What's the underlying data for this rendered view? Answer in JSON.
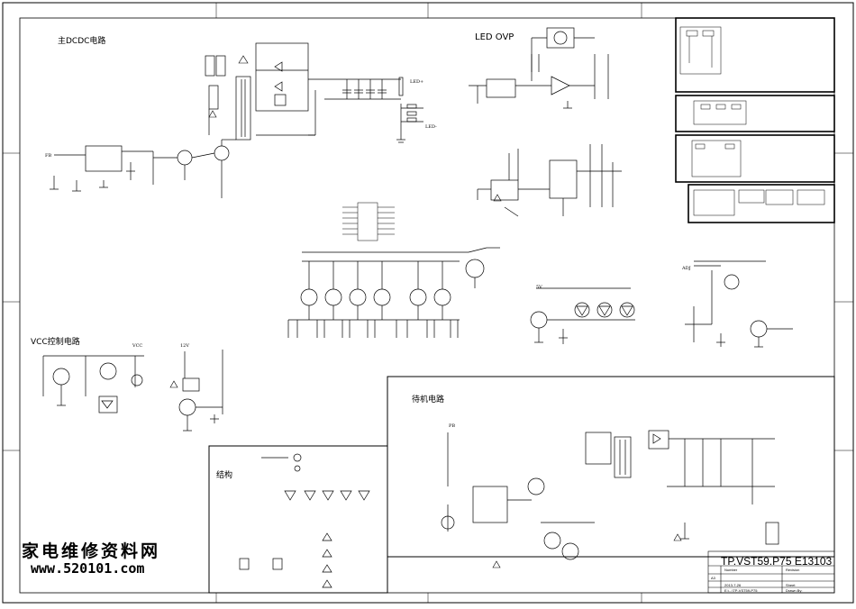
{
  "sections": {
    "dcdc": "主DCDC电路",
    "led_ovp": "LED OVP",
    "vcc_ctrl": "VCC控制电路",
    "standby": "待机电路",
    "structure": "结构"
  },
  "title_block": {
    "title": "TP.VST59.P75 E13103",
    "size": "A3",
    "date": "2013-7-26",
    "file": "E:\\...\\TP-VST59-P75",
    "sheet_label": "Sheet",
    "drawn_by_label": "Drawn By:",
    "number_label": "Number",
    "revision_label": "Revision"
  },
  "watermark": {
    "cn": "家电维修资料网",
    "url": "www.520101.com"
  },
  "labels": {
    "led_plus": "LED+",
    "led_minus": "LED-",
    "vcc": "VCC",
    "v12": "12V",
    "pb": "PB",
    "adj": "ADJ",
    "fb": "FB",
    "v5": "5V"
  }
}
